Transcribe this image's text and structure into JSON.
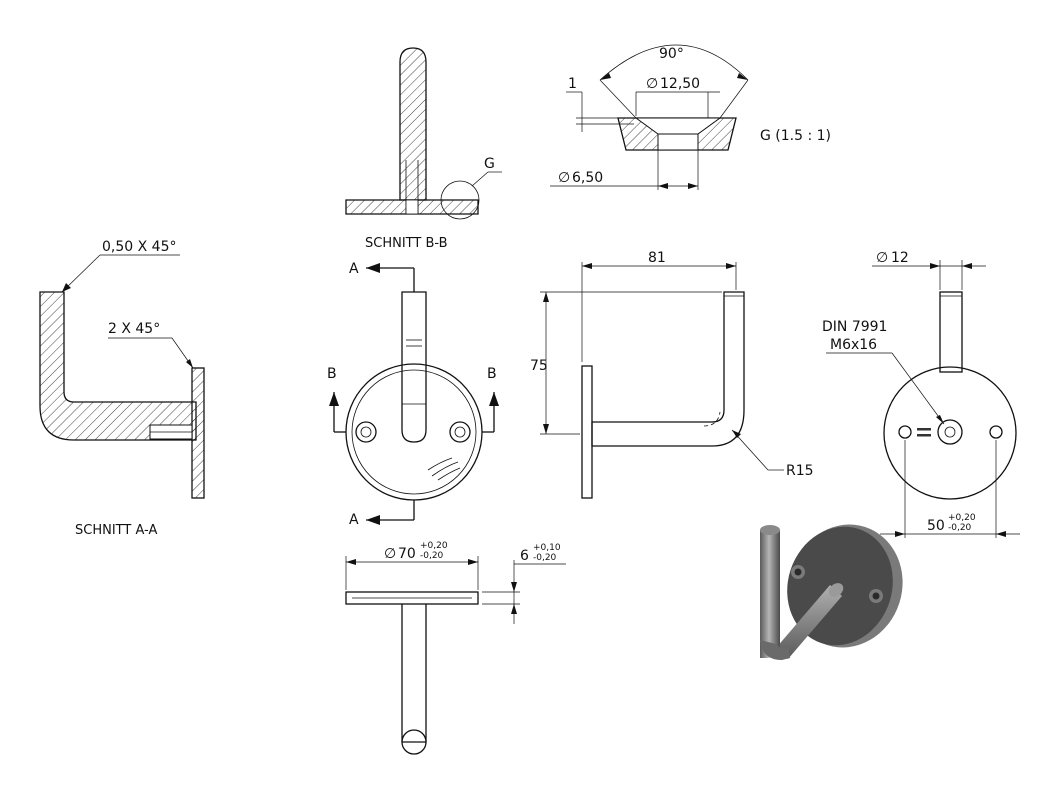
{
  "views": {
    "section_aa": {
      "label": "SCHNITT A-A",
      "chamfer_top": "0,50 X 45°",
      "chamfer_mid": "2 X 45°"
    },
    "section_bb": {
      "label": "SCHNITT B-B",
      "detail_marker": "G"
    },
    "detail_g": {
      "label": "G (1.5 : 1)",
      "angle": "90°",
      "diameter_top": "12,50",
      "depth": "1",
      "diameter_bottom": "6,50"
    },
    "front": {
      "cut_a": "A",
      "cut_b": "B"
    },
    "side": {
      "width": "81",
      "height": "75",
      "radius": "R15"
    },
    "back": {
      "diameter_rod": "12",
      "screw_std": "DIN 7991",
      "screw_size": "M6x16",
      "hole_spacing": "50",
      "hole_tol_upper": "+0,20",
      "hole_tol_lower": "-0,20"
    },
    "bottom": {
      "diameter": "70",
      "diam_tol_upper": "+0,20",
      "diam_tol_lower": "-0,20",
      "thickness": "6",
      "thick_tol_upper": "+0,10",
      "thick_tol_lower": "-0,20"
    }
  },
  "symbols": {
    "diameter": "∅"
  },
  "colors": {
    "line": "#111111",
    "render_plate": "#4a4a4a",
    "render_rod": "#8a8a8a"
  }
}
